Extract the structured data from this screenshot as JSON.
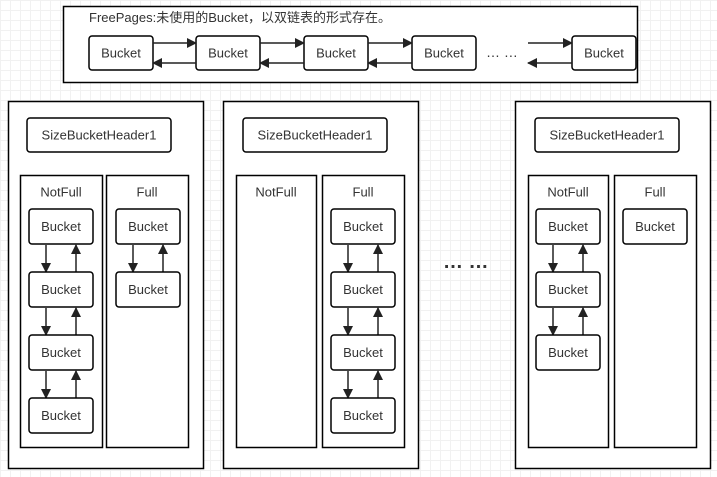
{
  "free_pages": {
    "title": "FreePages:未使用的Bucket，以双链表的形式存在。",
    "bucket_label": "Bucket",
    "ellipsis": "… …"
  },
  "between_groups_ellipsis": "… …",
  "groups": [
    {
      "header": "SizeBucketHeader1",
      "notfull": {
        "label": "NotFull",
        "buckets": [
          "Bucket",
          "Bucket",
          "Bucket",
          "Bucket"
        ]
      },
      "full": {
        "label": "Full",
        "buckets": [
          "Bucket",
          "Bucket"
        ]
      }
    },
    {
      "header": "SizeBucketHeader1",
      "notfull": {
        "label": "NotFull",
        "buckets": []
      },
      "full": {
        "label": "Full",
        "buckets": [
          "Bucket",
          "Bucket",
          "Bucket",
          "Bucket"
        ]
      }
    },
    {
      "header": "SizeBucketHeader1",
      "notfull": {
        "label": "NotFull",
        "buckets": [
          "Bucket",
          "Bucket",
          "Bucket"
        ]
      },
      "full": {
        "label": "Full",
        "buckets": [
          "Bucket"
        ]
      }
    }
  ]
}
